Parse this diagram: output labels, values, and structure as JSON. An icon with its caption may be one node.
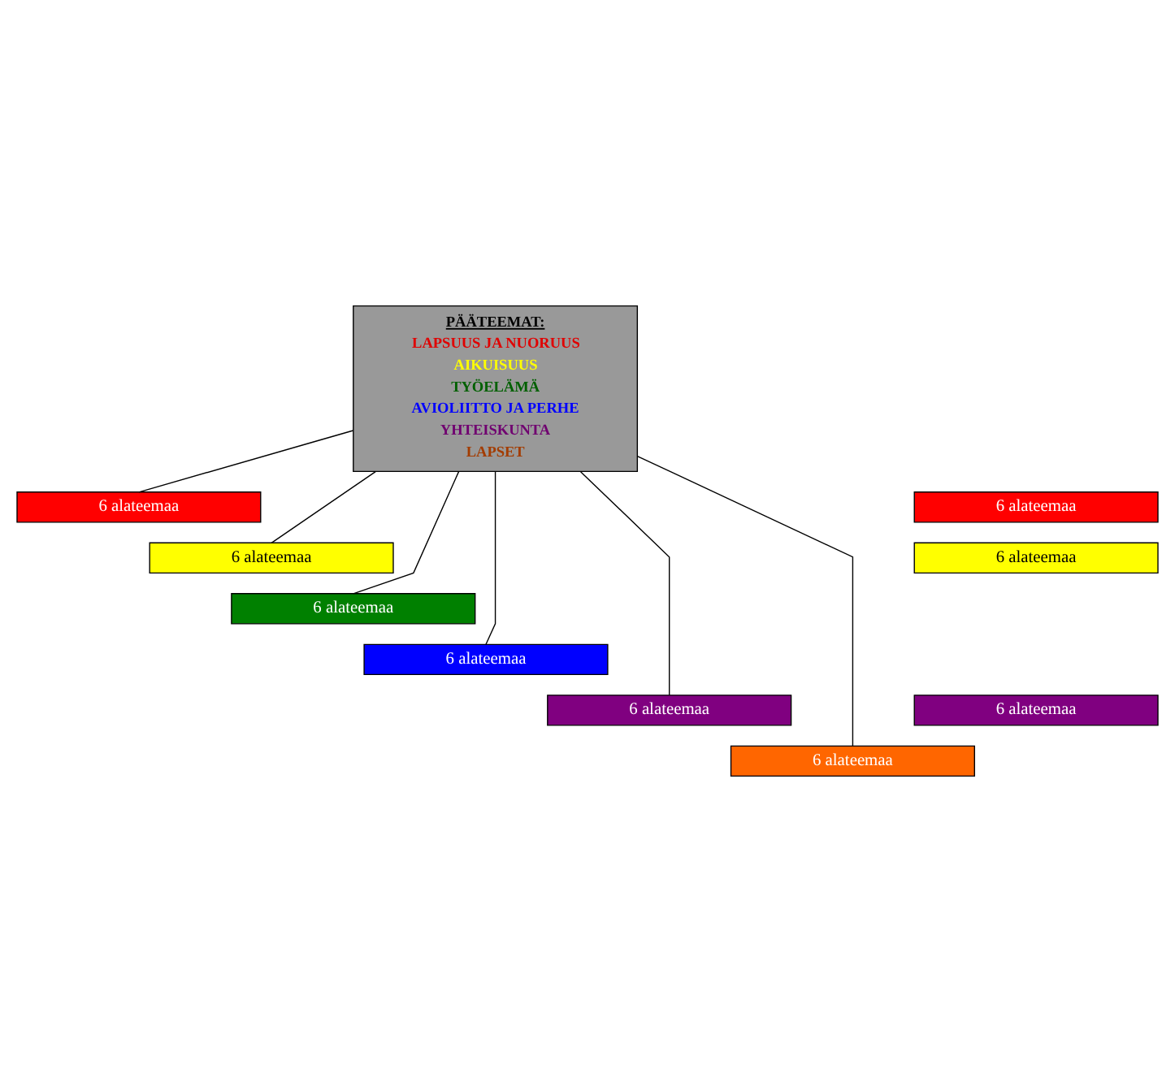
{
  "diagram": {
    "nodes": [
      {
        "text": [
          "PÄÄTEEMAT:",
          "LAPSUUS JA NUORUUS",
          "AIKUISUUS",
          "TYÖELÄMÄ",
          "AVIOLIITTO JA PERHE",
          "YHTEISKUNTA",
          "LAPSET"
        ]
      },
      {
        "text": [
          "6 alateemaa"
        ]
      },
      {
        "text": [
          "6 alateemaa"
        ]
      },
      {
        "text": [
          "6 alateemaa"
        ]
      },
      {
        "text": [
          "6 alateemaa"
        ]
      },
      {
        "text": [
          "6 alateemaa"
        ]
      },
      {
        "text": [
          "6 alateemaa"
        ]
      },
      {
        "text": [
          "6 alateemaa"
        ]
      },
      {
        "text": [
          "6 alateemaa"
        ]
      },
      {
        "text": [
          "6 alateemaa"
        ]
      }
    ],
    "edges": [
      {
        "from": 0,
        "to": 1,
        "arrow": "none"
      },
      {
        "from": 0,
        "to": 3,
        "arrow": "none"
      },
      {
        "from": 0,
        "to": 5,
        "arrow": "none"
      },
      {
        "from": 0,
        "to": 6,
        "arrow": "none"
      },
      {
        "from": 0,
        "to": 7,
        "arrow": "none"
      },
      {
        "from": 0,
        "to": 9,
        "arrow": "none"
      }
    ]
  }
}
